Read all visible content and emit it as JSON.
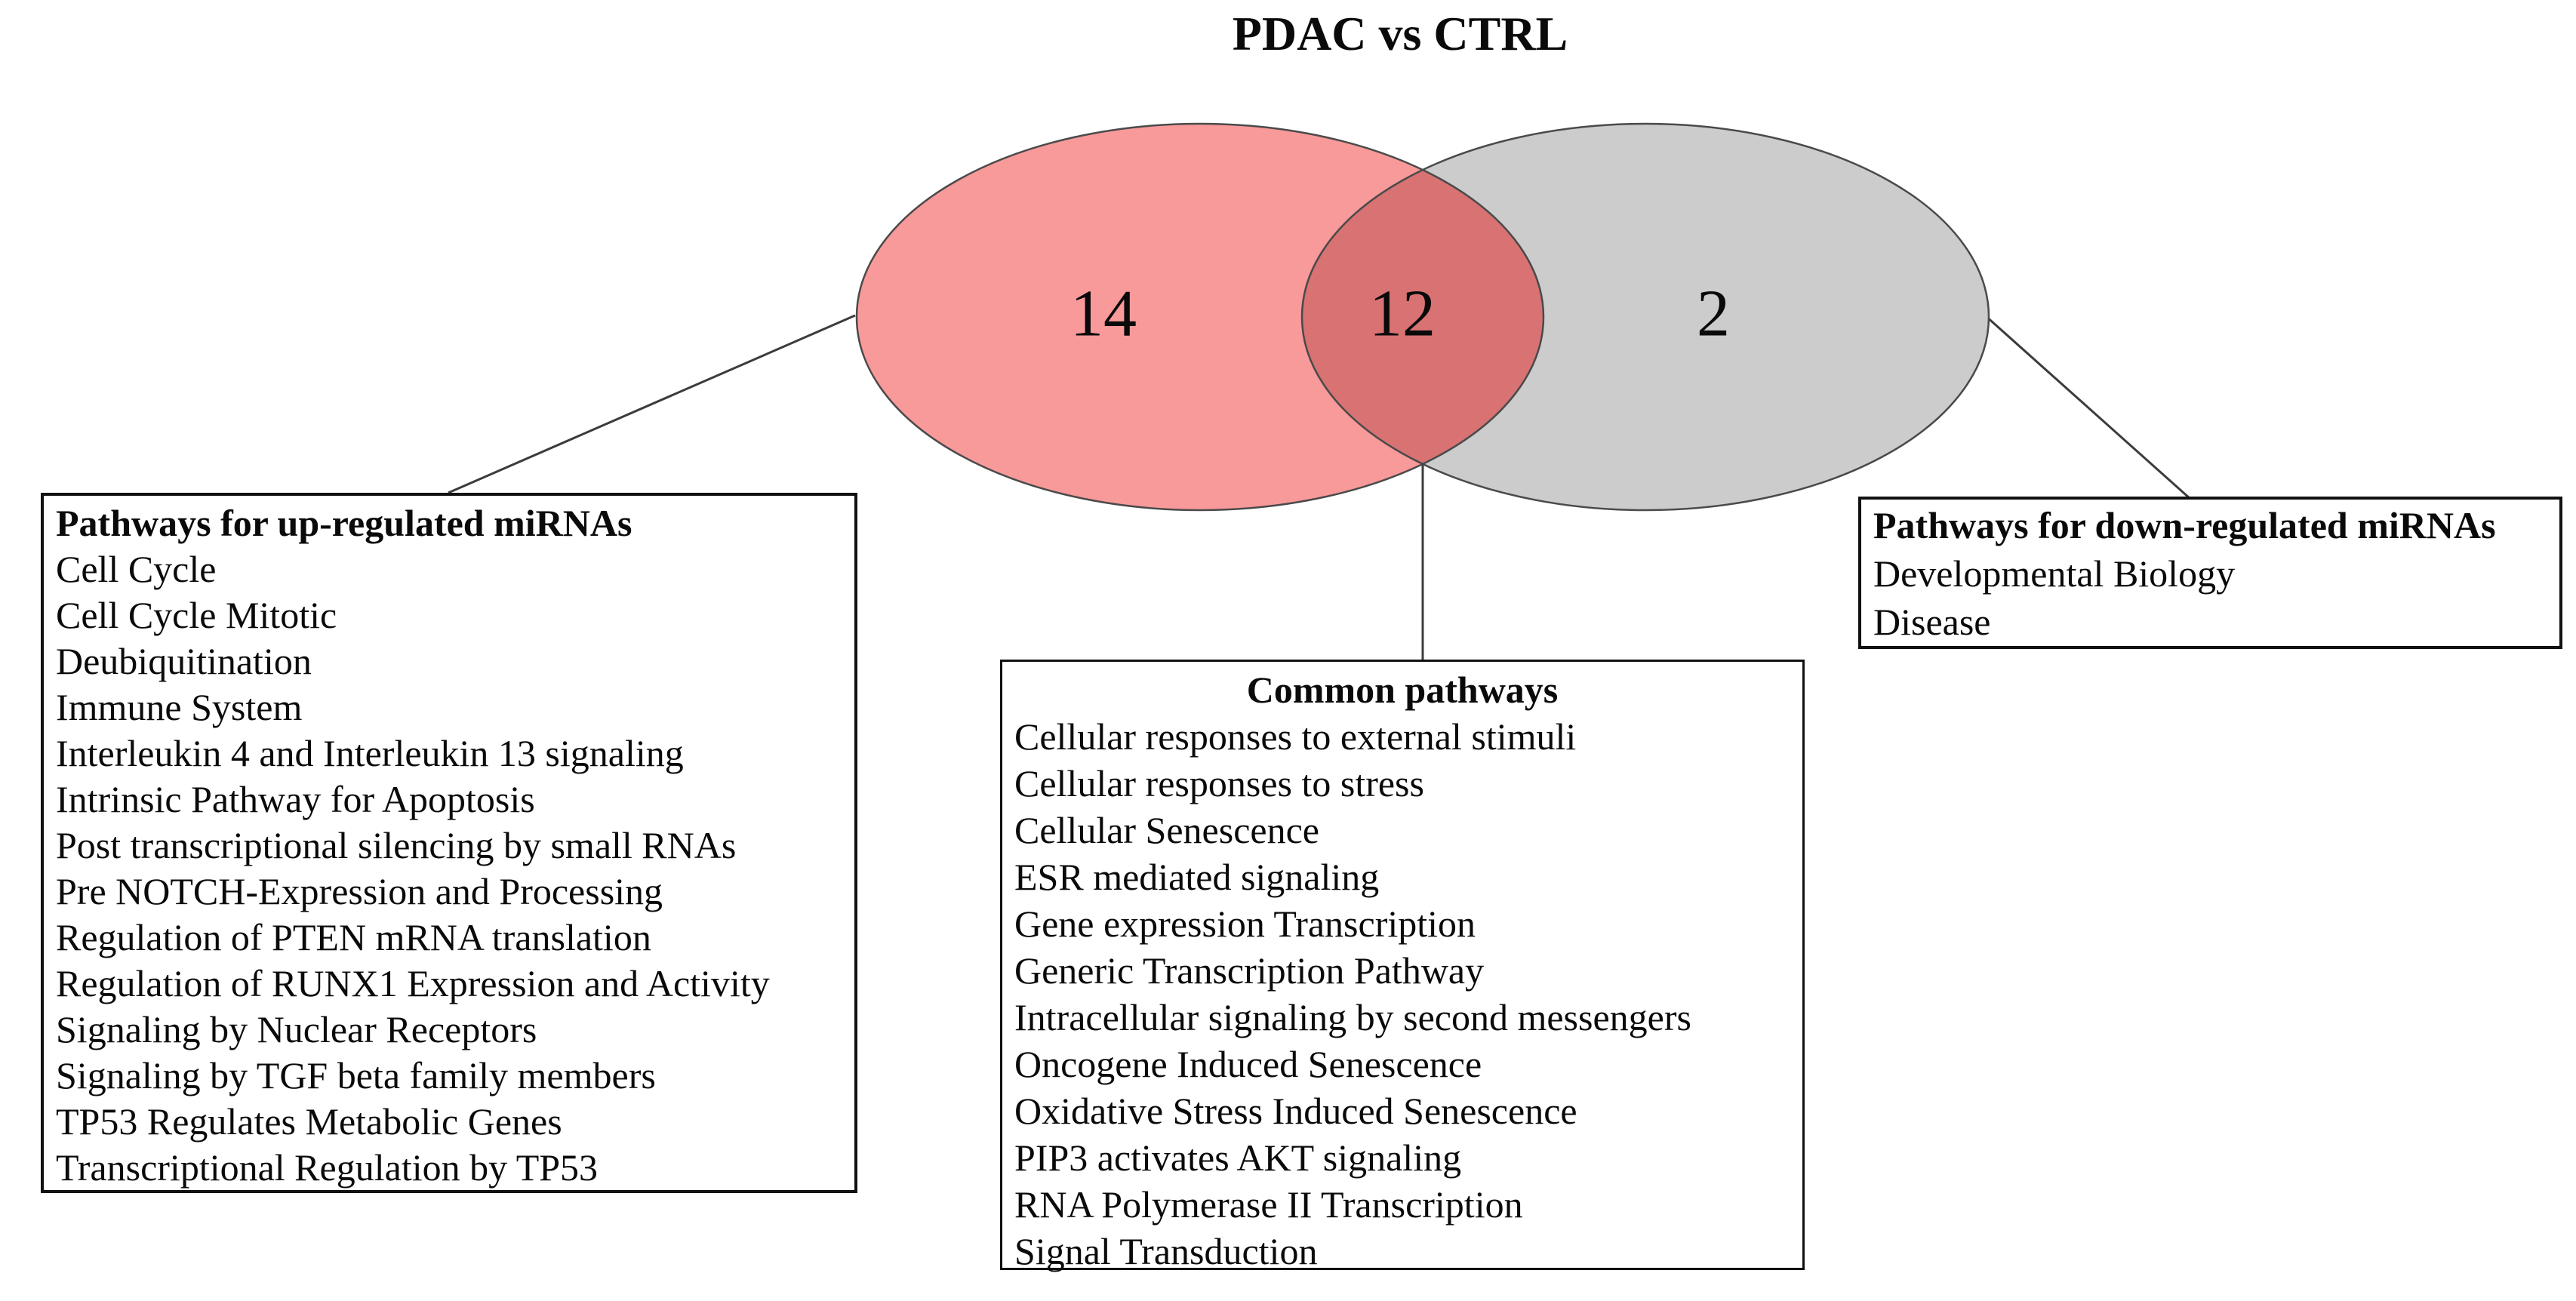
{
  "title": "PDAC vs CTRL",
  "venn": {
    "up_count": "14",
    "common_count": "12",
    "down_count": "2",
    "colors": {
      "up_fill": "#F8999A",
      "overlap_fill": "#D87273",
      "down_fill": "#CCCCCC",
      "ellipse_stroke": "#4a4a4a",
      "connector_stroke": "#3c3c3c",
      "box_border": "#111111"
    }
  },
  "boxes": {
    "up": {
      "title": "Pathways for up-regulated miRNAs",
      "items": [
        "Cell Cycle",
        "Cell Cycle Mitotic",
        "Deubiquitination",
        "Immune System",
        "Interleukin 4 and Interleukin 13 signaling",
        "Intrinsic Pathway for Apoptosis",
        "Post transcriptional silencing by small RNAs",
        "Pre NOTCH-Expression and Processing",
        "Regulation of PTEN mRNA translation",
        "Regulation of RUNX1 Expression and Activity",
        "Signaling by Nuclear Receptors",
        "Signaling by TGF beta family members",
        "TP53 Regulates Metabolic Genes",
        "Transcriptional Regulation by TP53"
      ]
    },
    "common": {
      "title": "Common pathways",
      "items": [
        "Cellular responses to external stimuli",
        "Cellular responses to stress",
        "Cellular Senescence",
        "ESR mediated signaling",
        "Gene expression Transcription",
        "Generic Transcription Pathway",
        "Intracellular signaling by second messengers",
        "Oncogene Induced Senescence",
        "Oxidative Stress Induced Senescence",
        "PIP3 activates AKT signaling",
        "RNA Polymerase II Transcription",
        "Signal Transduction"
      ]
    },
    "down": {
      "title": "Pathways for down-regulated miRNAs",
      "items": [
        "Developmental Biology",
        "Disease"
      ]
    }
  }
}
